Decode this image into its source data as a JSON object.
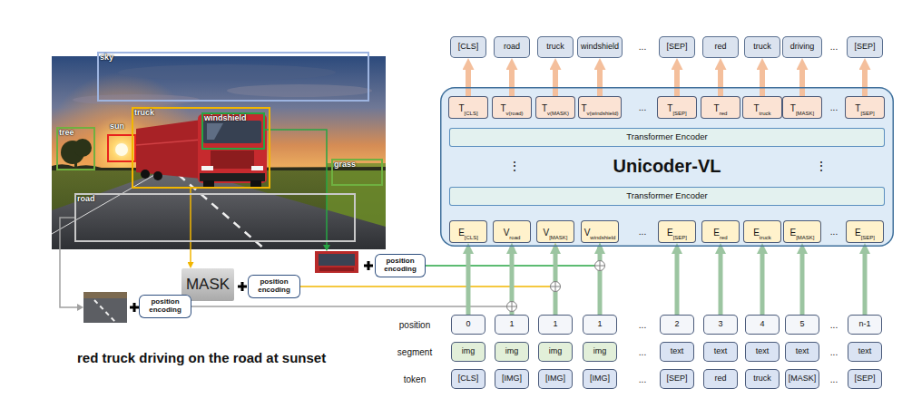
{
  "diagram": {
    "caption": "red truck driving on the road at sunset",
    "nodes": [
      {
        "text": [
          "sky"
        ]
      },
      {
        "text": [
          "tree"
        ]
      },
      {
        "text": [
          "sun"
        ]
      },
      {
        "text": [
          "truck"
        ]
      },
      {
        "text": [
          "windshield"
        ],
        "in": 3
      },
      {
        "text": [
          "grass"
        ]
      },
      {
        "text": [
          "road"
        ]
      },
      {
        "text": [
          "position encoding"
        ]
      },
      {
        "text": [
          "MASK"
        ]
      },
      {
        "text": [
          "position encoding"
        ]
      },
      {
        "text": [
          "position encoding"
        ]
      },
      {
        "text": [
          "[CLS]"
        ]
      },
      {
        "text": [
          "road"
        ]
      },
      {
        "text": [
          "truck"
        ]
      },
      {
        "text": [
          "windshield"
        ]
      },
      {
        "text": [
          "[SEP]"
        ]
      },
      {
        "text": [
          "red"
        ]
      },
      {
        "text": [
          "truck"
        ]
      },
      {
        "text": [
          "driving"
        ]
      },
      {
        "text": [
          "[SEP]"
        ]
      },
      {
        "text": [
          "Unicoder-VL"
        ]
      },
      {
        "text": [
          "T",
          "[CLS]"
        ],
        "in": 20
      },
      {
        "text": [
          "T",
          "v(road)"
        ],
        "in": 20
      },
      {
        "text": [
          "T",
          "v(MASK)"
        ],
        "in": 20
      },
      {
        "text": [
          "T",
          "v(windshield)"
        ],
        "in": 20
      },
      {
        "text": [
          "T",
          "[SEP]"
        ],
        "in": 20
      },
      {
        "text": [
          "T",
          "red"
        ],
        "in": 20
      },
      {
        "text": [
          "T",
          "truck"
        ],
        "in": 20
      },
      {
        "text": [
          "T",
          "[MASK]"
        ],
        "in": 20
      },
      {
        "text": [
          "T",
          "[SEP]"
        ],
        "in": 20
      },
      {
        "text": [
          "Transformer Encoder"
        ],
        "in": 20
      },
      {
        "text": [
          "Transformer Encoder"
        ],
        "in": 20
      },
      {
        "text": [
          "E",
          "[CLS]"
        ],
        "in": 20
      },
      {
        "text": [
          "V",
          "road"
        ],
        "in": 20
      },
      {
        "text": [
          "V",
          "[MASK]"
        ],
        "in": 20
      },
      {
        "text": [
          "V",
          "windshield"
        ],
        "in": 20
      },
      {
        "text": [
          "E",
          "[SEP]"
        ],
        "in": 20
      },
      {
        "text": [
          "E",
          "red"
        ],
        "in": 20
      },
      {
        "text": [
          "E",
          "truck"
        ],
        "in": 20
      },
      {
        "text": [
          "E",
          "[MASK]"
        ],
        "in": 20
      },
      {
        "text": [
          "E",
          "[SEP]"
        ],
        "in": 20
      },
      {
        "text": [
          "0"
        ]
      },
      {
        "text": [
          "1"
        ]
      },
      {
        "text": [
          "1"
        ]
      },
      {
        "text": [
          "1"
        ]
      },
      {
        "text": [
          "2"
        ]
      },
      {
        "text": [
          "3"
        ]
      },
      {
        "text": [
          "4"
        ]
      },
      {
        "text": [
          "5"
        ]
      },
      {
        "text": [
          "n-1"
        ]
      },
      {
        "text": [
          "img"
        ]
      },
      {
        "text": [
          "img"
        ]
      },
      {
        "text": [
          "img"
        ]
      },
      {
        "text": [
          "img"
        ]
      },
      {
        "text": [
          "text"
        ]
      },
      {
        "text": [
          "text"
        ]
      },
      {
        "text": [
          "text"
        ]
      },
      {
        "text": [
          "text"
        ]
      },
      {
        "text": [
          "text"
        ]
      },
      {
        "text": [
          "[CLS]"
        ]
      },
      {
        "text": [
          "[IMG]"
        ]
      },
      {
        "text": [
          "[IMG]"
        ]
      },
      {
        "text": [
          "[IMG]"
        ]
      },
      {
        "text": [
          "[SEP]"
        ]
      },
      {
        "text": [
          "red"
        ]
      },
      {
        "text": [
          "truck"
        ]
      },
      {
        "text": [
          "[MASK]"
        ]
      },
      {
        "text": [
          "[SEP]"
        ]
      }
    ],
    "edges": [
      {
        "from": 3,
        "to": 8,
        "arrow": "to"
      },
      {
        "from": 7,
        "to": 35,
        "arrow": "to"
      },
      {
        "from": 9,
        "to": 34,
        "arrow": "to"
      },
      {
        "from": 10,
        "to": 33,
        "arrow": "to"
      },
      {
        "from": 21,
        "to": 11,
        "arrow": "to"
      },
      {
        "from": 22,
        "to": 12,
        "arrow": "to"
      },
      {
        "from": 23,
        "to": 13,
        "arrow": "to"
      },
      {
        "from": 24,
        "to": 14,
        "arrow": "to"
      },
      {
        "from": 25,
        "to": 15,
        "arrow": "to"
      },
      {
        "from": 26,
        "to": 16,
        "arrow": "to"
      },
      {
        "from": 27,
        "to": 17,
        "arrow": "to"
      },
      {
        "from": 28,
        "to": 18,
        "arrow": "to"
      },
      {
        "from": 29,
        "to": 19,
        "arrow": "to"
      },
      {
        "from": 41,
        "to": 32,
        "arrow": "to"
      },
      {
        "from": 42,
        "to": 33,
        "arrow": "to"
      },
      {
        "from": 43,
        "to": 34,
        "arrow": "to"
      },
      {
        "from": 44,
        "to": 35,
        "arrow": "to"
      },
      {
        "from": 45,
        "to": 36,
        "arrow": "to"
      },
      {
        "from": 46,
        "to": 37,
        "arrow": "to"
      },
      {
        "from": 47,
        "to": 38,
        "arrow": "to"
      },
      {
        "from": 48,
        "to": 39,
        "arrow": "to"
      },
      {
        "from": 49,
        "to": 40,
        "arrow": "to"
      }
    ],
    "labels": [
      "...",
      "...",
      "...",
      "...",
      "⋮",
      "⋮",
      "...",
      "...",
      "position",
      "...",
      "...",
      "segment",
      "...",
      "...",
      "token",
      "...",
      "..."
    ]
  }
}
